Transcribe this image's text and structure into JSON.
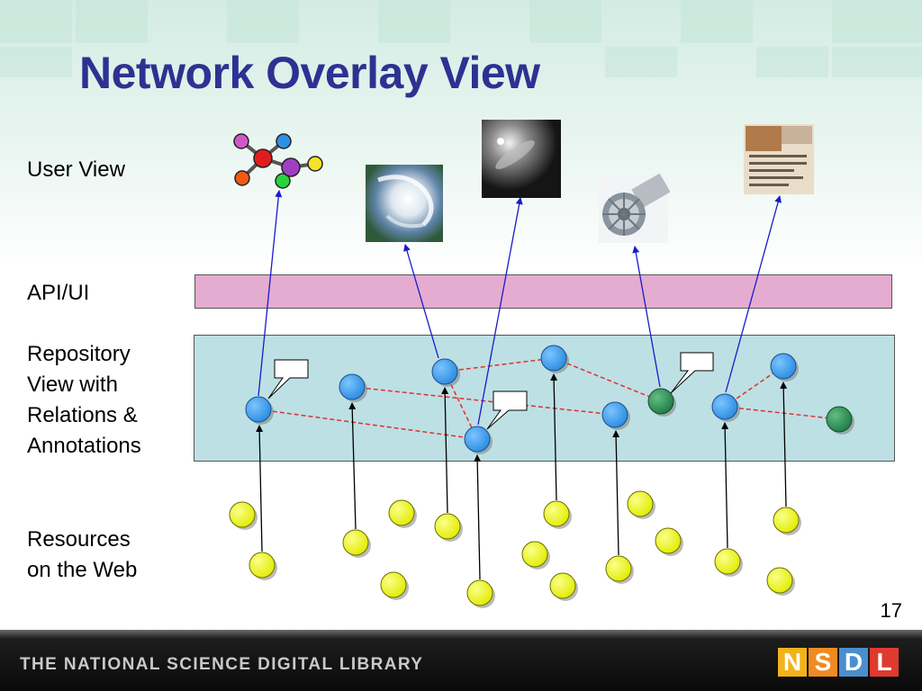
{
  "title": "Network Overlay View",
  "row_labels": {
    "user_view": "User View",
    "api_ui": "API/UI",
    "repository": [
      "Repository",
      "View with",
      "Relations &",
      "Annotations"
    ],
    "resources": [
      "Resources",
      "on the Web"
    ]
  },
  "page_number": "17",
  "footer": {
    "tagline": "THE NATIONAL SCIENCE DIGITAL LIBRARY",
    "logo_letters": [
      {
        "letter": "N",
        "color": "#f2b21b"
      },
      {
        "letter": "S",
        "color": "#ef8b22"
      },
      {
        "letter": "D",
        "color": "#4a8fcc"
      },
      {
        "letter": "L",
        "color": "#e03a2f"
      }
    ]
  },
  "colors": {
    "title": "#2e3192",
    "api_band": "#e4acd0",
    "repo_band": "#bde0e4",
    "blue_node": "#3d9bea",
    "green_node": "#2e9455",
    "yellow_node": "#eef712",
    "arrow": "#1a1acc",
    "relation": "#e03030"
  },
  "icons": [
    "molecule-icon",
    "hurricane-satellite-icon",
    "comet-icon",
    "turbine-icon",
    "document-icon"
  ]
}
